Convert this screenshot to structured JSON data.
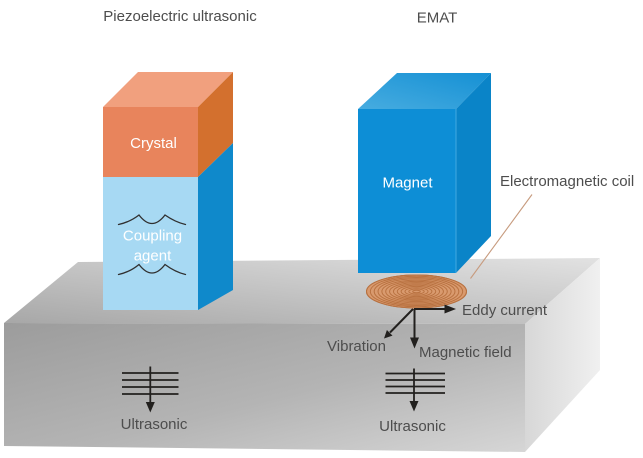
{
  "left_transducer": {
    "title": "Piezoelectric ultrasonic",
    "crystal_label": "Crystal",
    "coupling_agent_line1": "Coupling",
    "coupling_agent_line2": "agent",
    "ultrasonic_label": "Ultrasonic"
  },
  "right_transducer": {
    "title": "EMAT",
    "magnet_label": "Magnet",
    "coil_label": "Electromagnetic coil",
    "eddy_current_label": "Eddy current",
    "vibration_label": "Vibration",
    "magnetic_field_label": "Magnetic field",
    "ultrasonic_label": "Ultrasonic"
  },
  "colors": {
    "crystal_front": "#e8845c",
    "crystal_top": "#f1a07e",
    "crystal_side": "#d3702e",
    "coupling_front": "#a7d9f3",
    "coupling_side": "#0f89cb",
    "magnet_front": "#0d8ed6",
    "magnet_side": "#0a84c8",
    "coil_fill": "#d99a6e",
    "coil_ring": "#b97241",
    "pointer_line": "#c79b7e",
    "wave_line": "#303030",
    "arrow_black": "#22201e",
    "label_text": "#4d4d4d",
    "box_label_text": "#ffffff"
  }
}
